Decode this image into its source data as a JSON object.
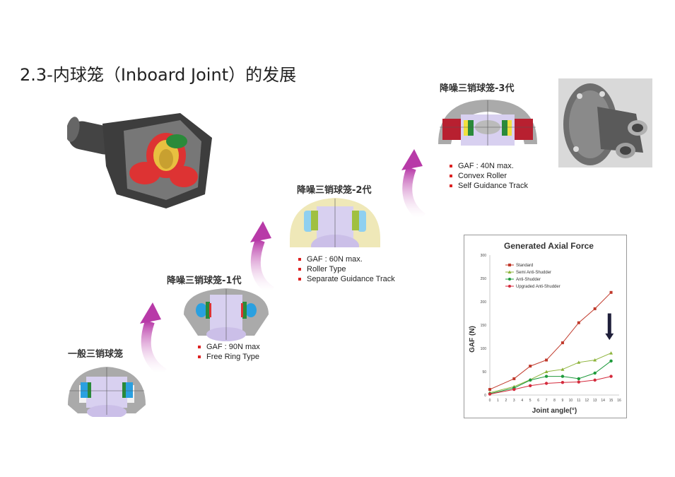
{
  "page": {
    "title": "2.3-内球笼（Inboard Joint）的发展"
  },
  "generations": [
    {
      "label": "一般三销球笼",
      "bullets": []
    },
    {
      "label": "降噪三销球笼-1代",
      "bullets": [
        "GAF : 90N max",
        "Free Ring Type"
      ]
    },
    {
      "label": "降噪三销球笼-2代",
      "bullets": [
        "GAF : 60N max.",
        "Roller Type",
        "Separate Guidance Track"
      ]
    },
    {
      "label": "降噪三销球笼-3代",
      "bullets": [
        "GAF : 40N max.",
        "Convex Roller",
        "Self Guidance Track"
      ]
    }
  ],
  "colors": {
    "arrow": "#c060b0",
    "standard": "#c0392b",
    "semi_anti_shudder": "#8db33a",
    "anti_shudder": "#1e9a3c",
    "upgraded_anti_shudder": "#d42a3c",
    "down_arrow": "#1f1f3a"
  },
  "chart_data": {
    "type": "line",
    "title": "Generated Axial Force",
    "xlabel": "Joint angle(°)",
    "ylabel": "GAF (N)",
    "xlim": [
      0,
      16
    ],
    "ylim": [
      0,
      300
    ],
    "xticks": [
      "0",
      "1",
      "2",
      "3",
      "4",
      "5",
      "6",
      "7",
      "8",
      "9",
      "10",
      "11",
      "12",
      "13",
      "14",
      "15",
      "16"
    ],
    "yticks": [
      "0",
      "50",
      "100",
      "150",
      "200",
      "250",
      "300"
    ],
    "legend_position": "top-left",
    "series": [
      {
        "name": "Standard",
        "marker": "square",
        "x": [
          0,
          3,
          5,
          7,
          9,
          11,
          13,
          15
        ],
        "y": [
          12,
          35,
          62,
          75,
          112,
          155,
          185,
          220
        ]
      },
      {
        "name": "Semi Anti-Shudder",
        "marker": "triangle",
        "x": [
          0,
          3,
          5,
          7,
          9,
          11,
          13,
          15
        ],
        "y": [
          5,
          18,
          33,
          50,
          55,
          70,
          75,
          90
        ]
      },
      {
        "name": "Anti-Shudder",
        "marker": "circle",
        "x": [
          0,
          3,
          5,
          7,
          9,
          11,
          13,
          15
        ],
        "y": [
          3,
          15,
          32,
          40,
          40,
          35,
          47,
          73
        ]
      },
      {
        "name": "Upgraded Anti-Shudder",
        "marker": "circle",
        "x": [
          0,
          3,
          5,
          7,
          9,
          11,
          13,
          15
        ],
        "y": [
          2,
          12,
          20,
          25,
          27,
          28,
          32,
          40
        ]
      }
    ]
  }
}
